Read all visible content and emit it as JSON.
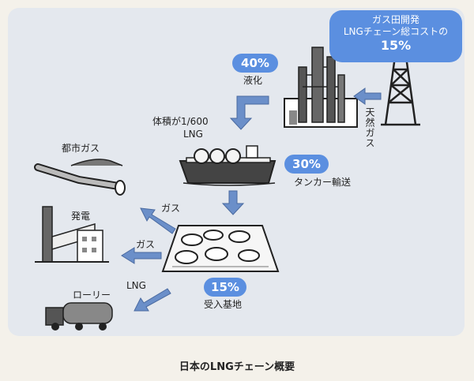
{
  "header": {
    "line1": "ガス田開発",
    "line2": "LNGチェーン総コストの",
    "percent": "15%"
  },
  "stages": {
    "liquefaction": {
      "percent": "40%",
      "label": "液化"
    },
    "tanker": {
      "percent": "30%",
      "label": "タンカー輸送"
    },
    "terminal": {
      "percent": "15%",
      "label": "受入基地"
    }
  },
  "labels": {
    "natural_gas": "天然ガス",
    "volume_note_1": "体積が1/600",
    "volume_note_2": "LNG",
    "city_gas": "都市ガス",
    "power": "発電",
    "lorry": "ローリー",
    "gas_to_city": "ガス",
    "gas_to_power": "ガス",
    "lng_to_lorry": "LNG"
  },
  "caption": "日本のLNGチェーン概要",
  "colors": {
    "accent": "#5b8fe0",
    "panel": "#e4e8ee",
    "arrow": "#6b8fc9"
  }
}
